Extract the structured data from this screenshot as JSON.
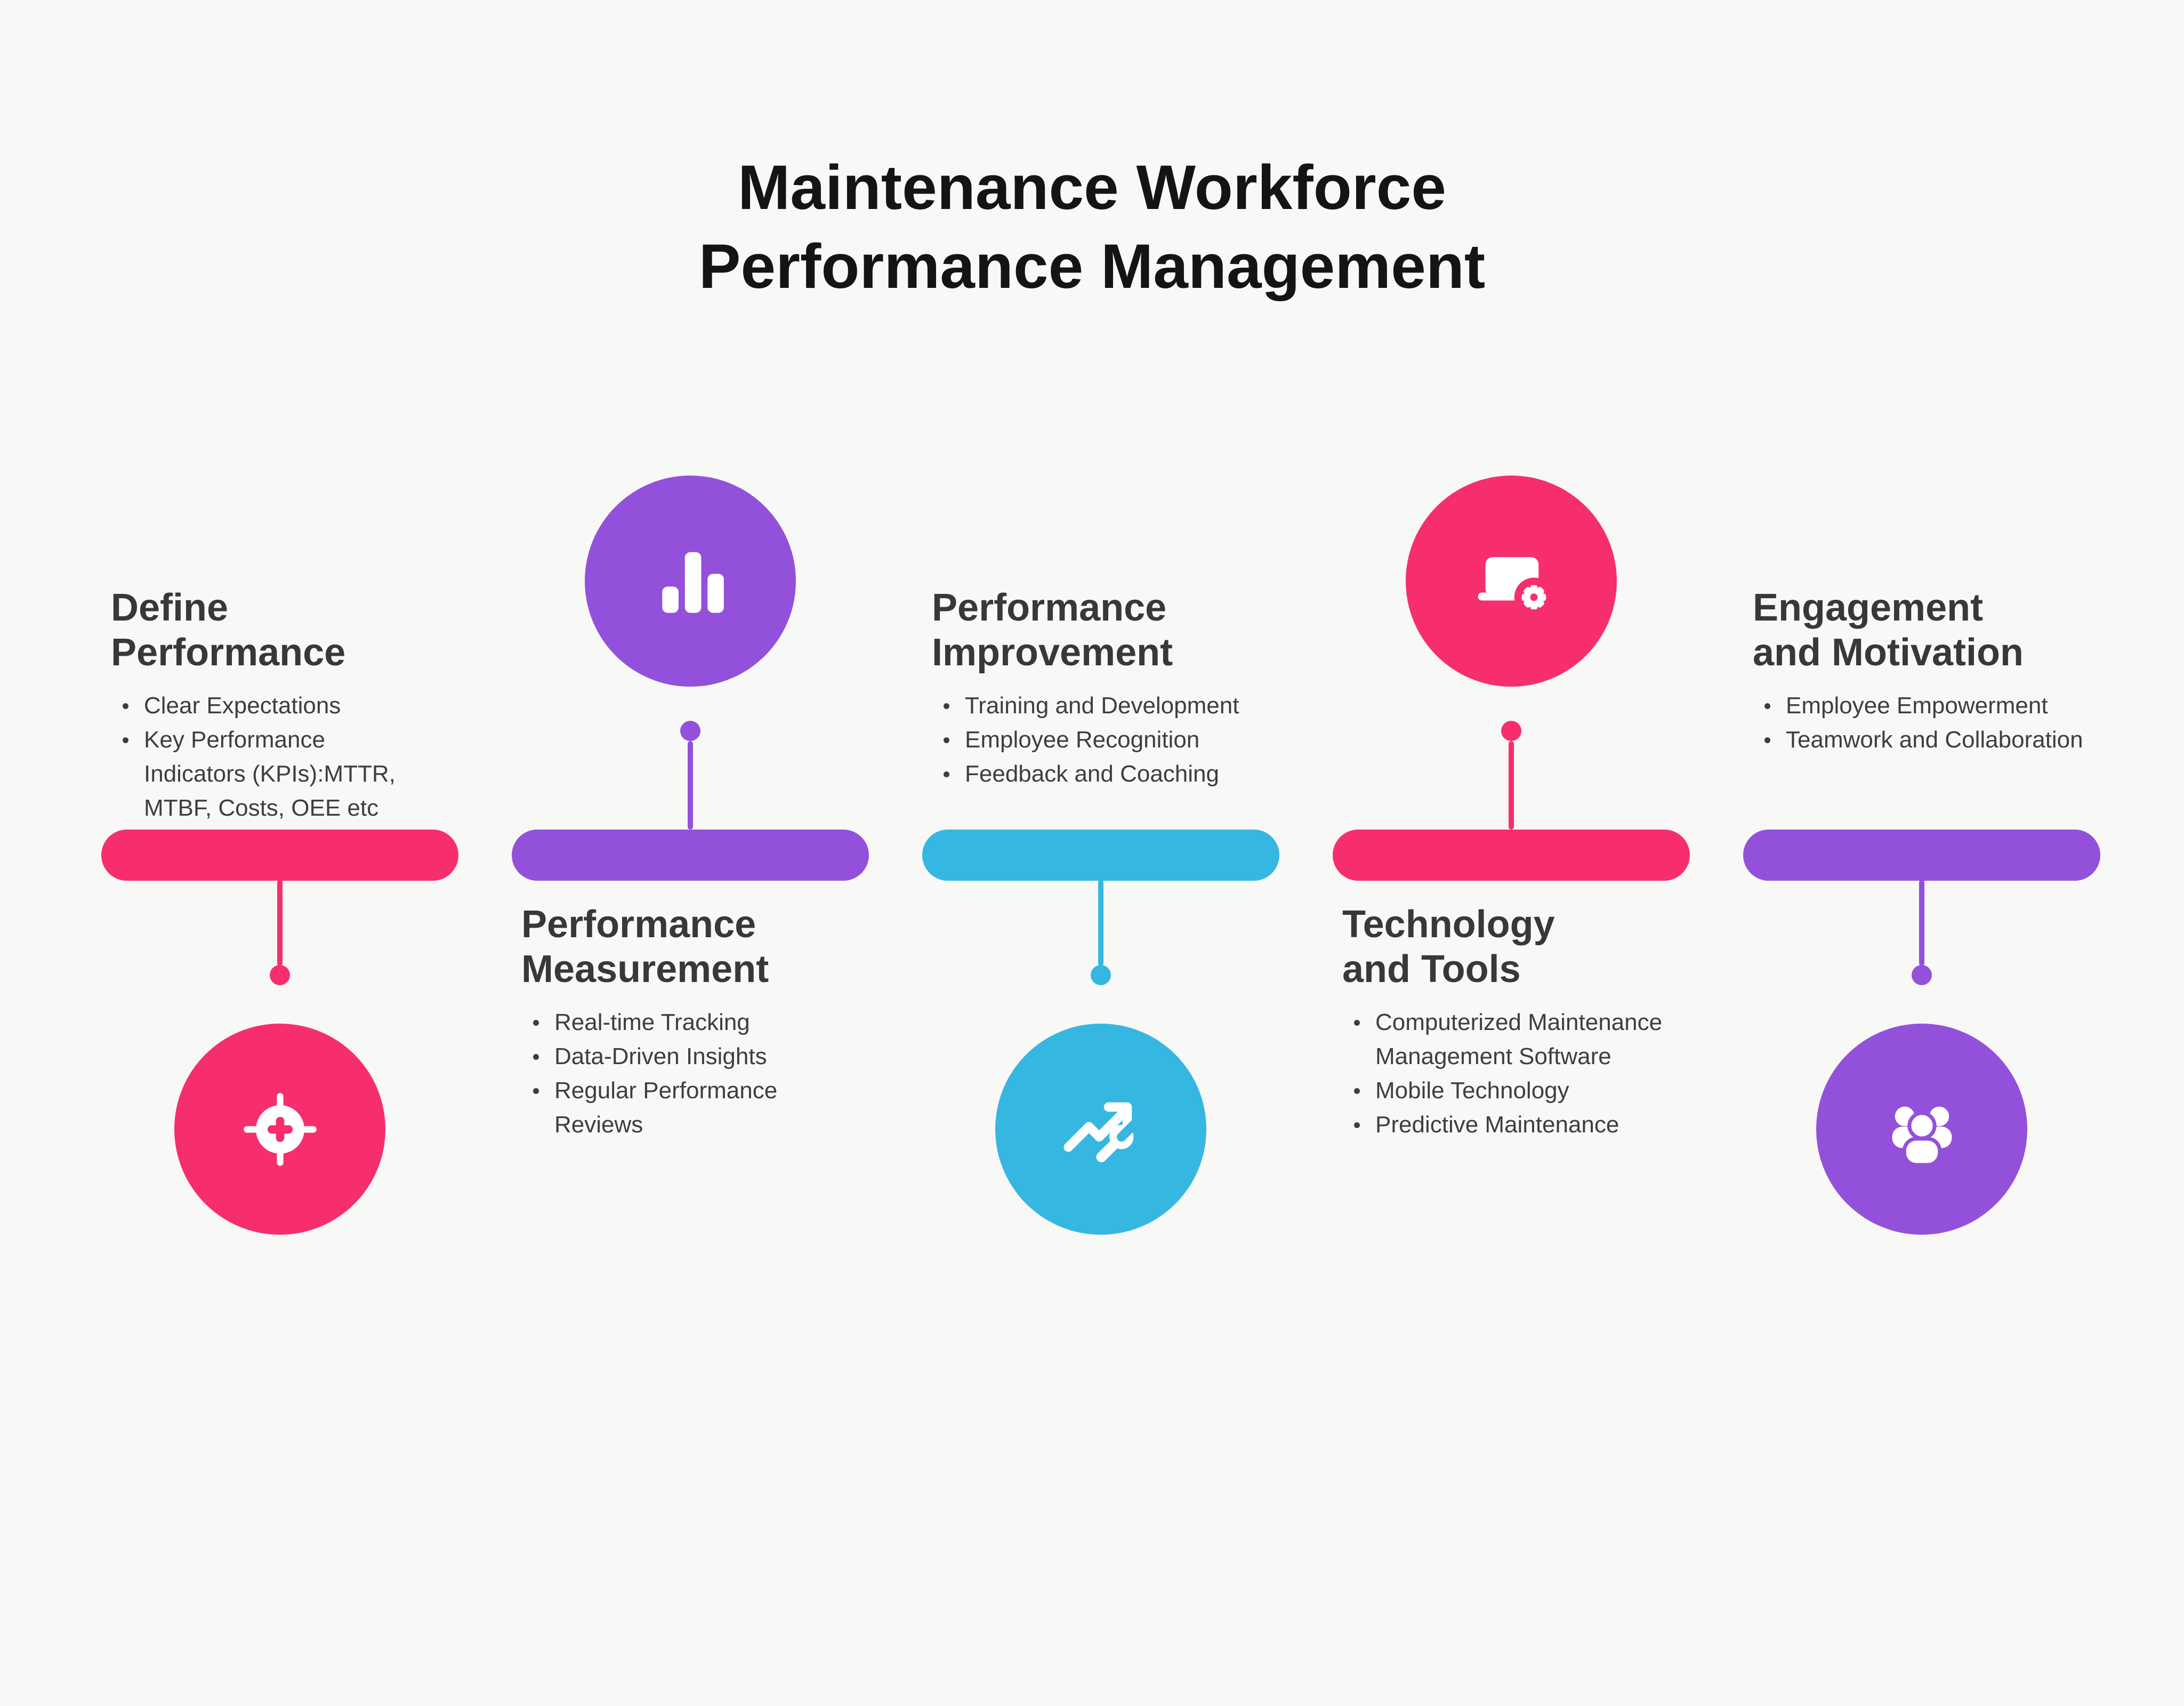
{
  "title": {
    "line1": "Maintenance Workforce",
    "line2": "Performance Management"
  },
  "colors": {
    "pink": "#F72E6E",
    "purple": "#9351DB",
    "blue": "#36B7E2",
    "background": "#F8F8F7",
    "title_text": "#141414",
    "heading_text": "#383838",
    "body_text": "#3E3E3E"
  },
  "sections": [
    {
      "title_lines": [
        "Define",
        "Performance"
      ],
      "bullets": [
        "Clear Expectations",
        "Key Performance Indicators (KPIs):MTTR, MTBF, Costs, OEE etc"
      ],
      "color": "#F72E6E",
      "color_name": "pink",
      "icon": "target-icon",
      "circle_position": "below-bar"
    },
    {
      "title_lines": [
        "Performance",
        "Measurement"
      ],
      "bullets": [
        "Real-time Tracking",
        "Data-Driven Insights",
        "Regular Performance Reviews"
      ],
      "color": "#9351DB",
      "color_name": "purple",
      "icon": "bar-chart-icon",
      "circle_position": "above-bar"
    },
    {
      "title_lines": [
        "Performance",
        "Improvement"
      ],
      "bullets": [
        "Training and Development",
        "Employee Recognition",
        "Feedback and Coaching"
      ],
      "color": "#36B7E2",
      "color_name": "blue",
      "icon": "trend-wrench-icon",
      "circle_position": "below-bar"
    },
    {
      "title_lines": [
        "Technology",
        "and Tools"
      ],
      "bullets": [
        "Computerized Maintenance Management Software",
        "Mobile Technology",
        "Predictive Maintenance"
      ],
      "color": "#F72E6E",
      "color_name": "pink",
      "icon": "laptop-gear-icon",
      "circle_position": "above-bar"
    },
    {
      "title_lines": [
        "Engagement",
        "and Motivation"
      ],
      "bullets": [
        "Employee Empowerment",
        "Teamwork and Collaboration"
      ],
      "color": "#9351DB",
      "color_name": "purple",
      "icon": "team-icon",
      "circle_position": "below-bar"
    }
  ]
}
